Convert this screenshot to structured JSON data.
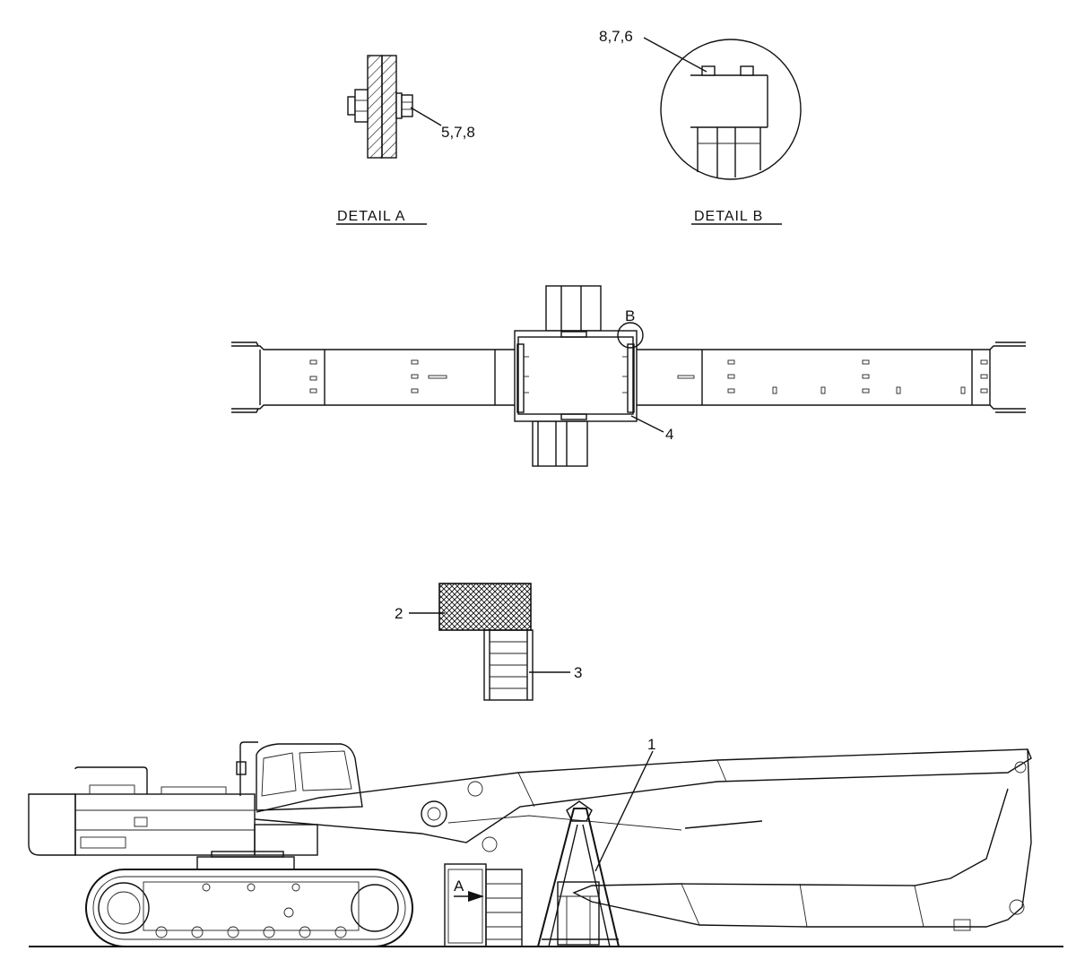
{
  "detail_a": {
    "title": "DETAIL  A",
    "callout": "5,7,8"
  },
  "detail_b": {
    "title": "DETAIL  B",
    "callout": "8,7,6"
  },
  "top_view": {
    "detail_marker": "B",
    "callout_frame": "4"
  },
  "mat_view": {
    "callout_mat": "2",
    "callout_blocks": "3"
  },
  "side_view": {
    "callout_stand": "1",
    "detail_marker": "A"
  }
}
